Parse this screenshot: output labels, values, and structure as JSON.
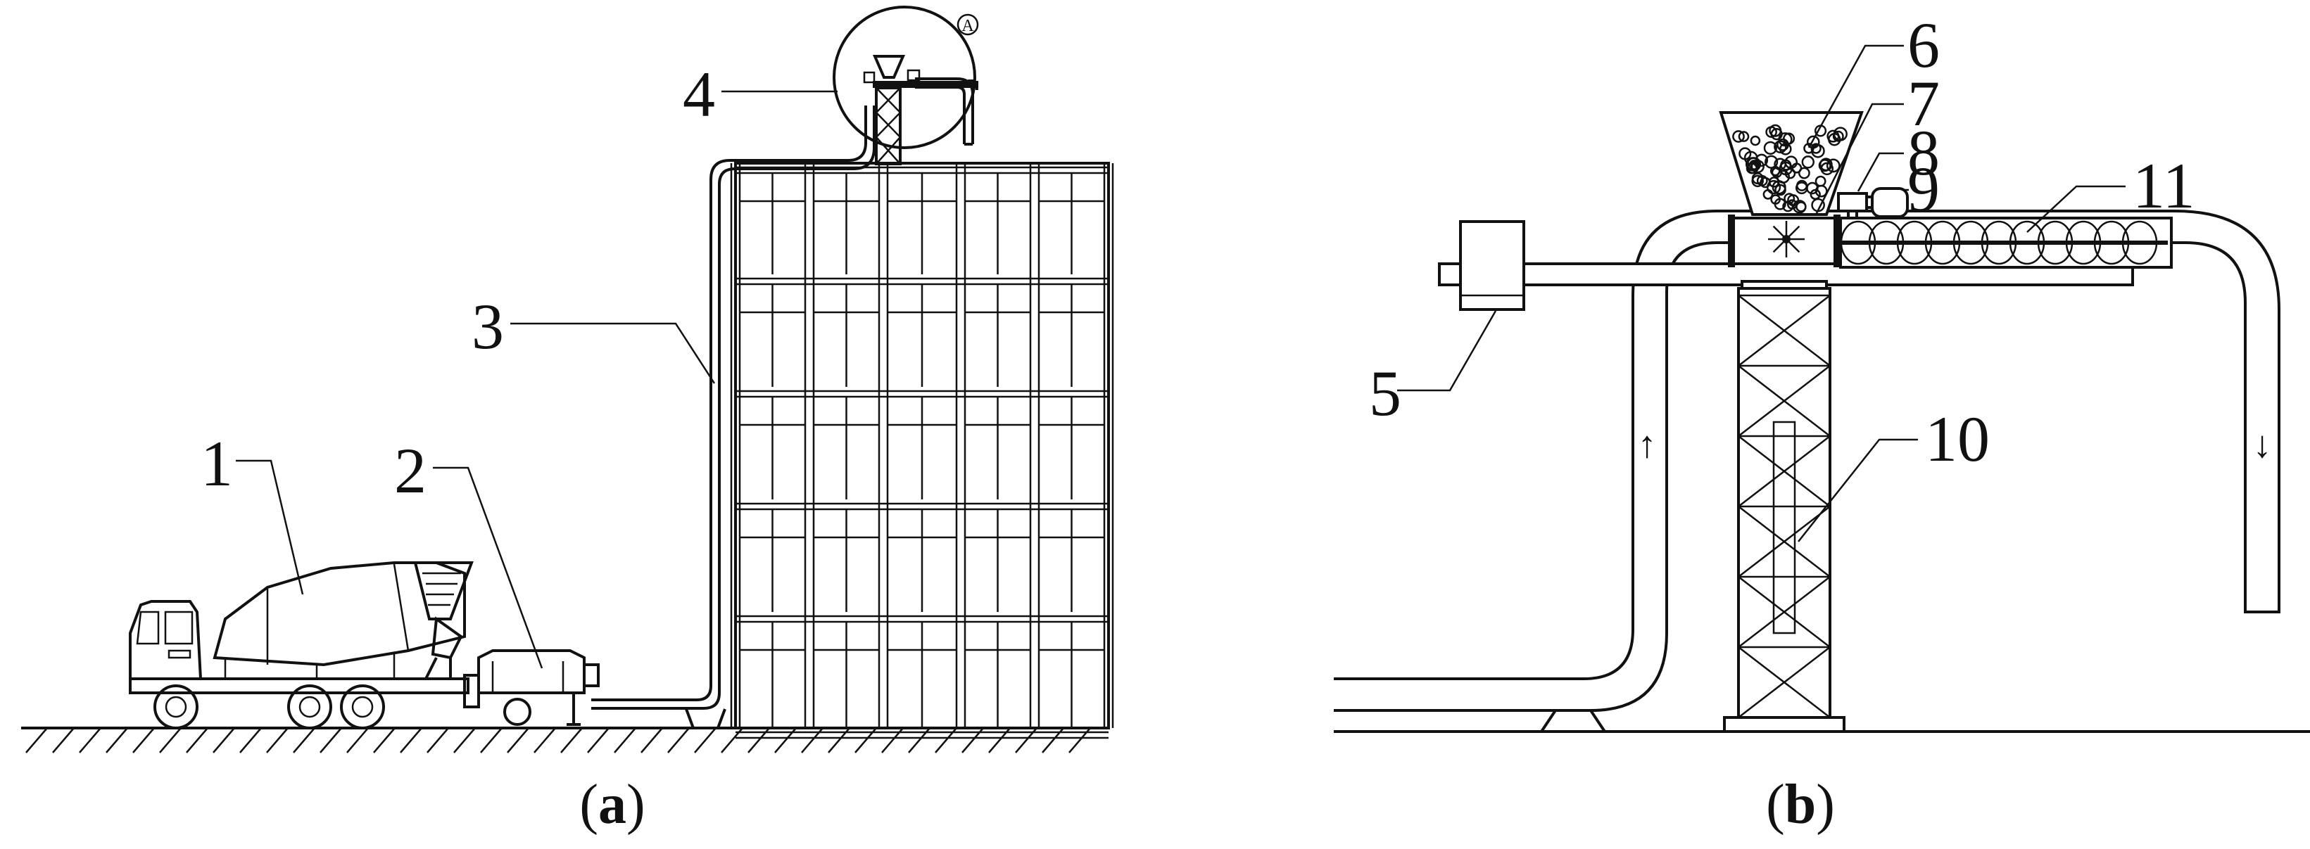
{
  "panel_a": {
    "caption_open": "(",
    "caption_letter": "a",
    "caption_close": ")",
    "labels": {
      "truck": "1",
      "pump": "2",
      "pipe": "3",
      "top_device": "4",
      "detail_mark": "A"
    }
  },
  "panel_b": {
    "caption_open": "(",
    "caption_letter": "b",
    "caption_close": ")",
    "labels": {
      "counterweight": "5",
      "hopper": "6",
      "impeller": "7",
      "motor": "8",
      "bracket": "9",
      "tower": "10",
      "screw_conveyor": "11"
    },
    "flow_up": "↑",
    "flow_down": "↓"
  }
}
